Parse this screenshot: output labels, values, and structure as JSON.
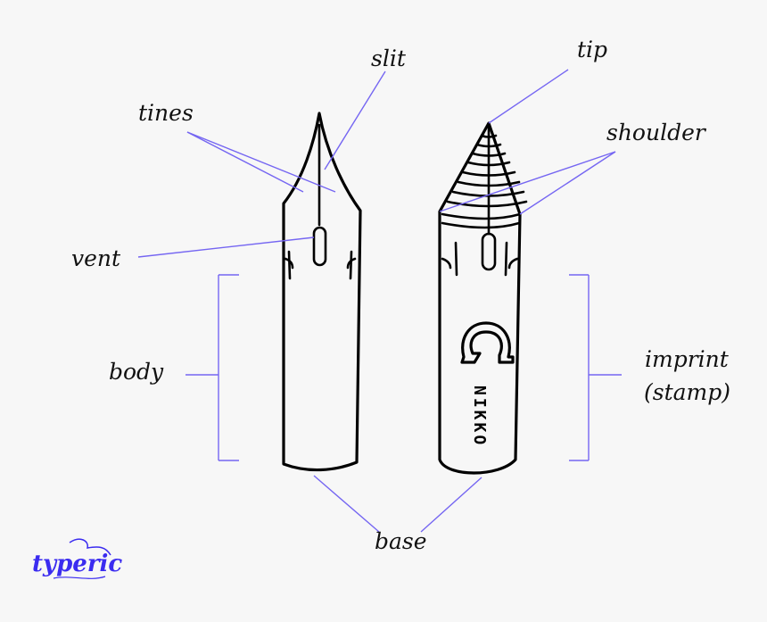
{
  "labels": {
    "slit": "slit",
    "tines": "tines",
    "vent": "vent",
    "body": "body",
    "base": "base",
    "tip": "tip",
    "shoulder": "shoulder",
    "imprint": "imprint",
    "stamp": "(stamp)"
  },
  "stamp_text": "NIKKO",
  "logo_text": "typeric",
  "colors": {
    "leader": "#7566f2",
    "ink": "#000000",
    "logo": "#3b2cf0",
    "background": "#f7f7f7"
  }
}
